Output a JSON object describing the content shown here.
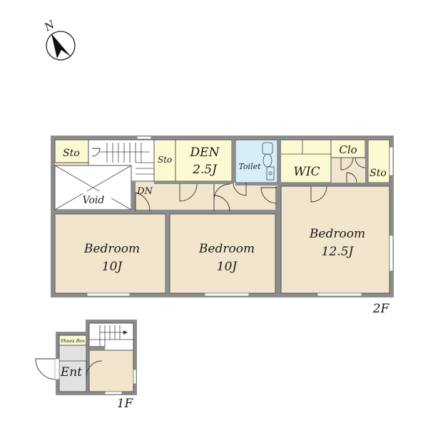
{
  "compass": {
    "north_label": "N"
  },
  "floor2": {
    "floor_label": "2F",
    "rooms": {
      "sto_left": "Sto",
      "void": "Void",
      "dn": "DN",
      "sto_small": "Sto",
      "den_name": "DEN",
      "den_size": "2.5J",
      "toilet": "Toilet",
      "wic": "WIC",
      "clo": "Clo",
      "sto_right": "Sto",
      "bedroom1_name": "Bedroom",
      "bedroom1_size": "10J",
      "bedroom2_name": "Bedroom",
      "bedroom2_size": "10J",
      "bedroom3_name": "Bedroom",
      "bedroom3_size": "12.5J"
    }
  },
  "floor1": {
    "floor_label": "1F",
    "rooms": {
      "shoes_box": "Shoes Box",
      "entrance": "Ent"
    }
  },
  "colors": {
    "room_fill": "#f1e6cd",
    "storage_fill": "#fcfad2",
    "wet_fill": "#d6eef6",
    "entrance_fill": "#e2e2e2",
    "wall": "#8c8c8c"
  }
}
